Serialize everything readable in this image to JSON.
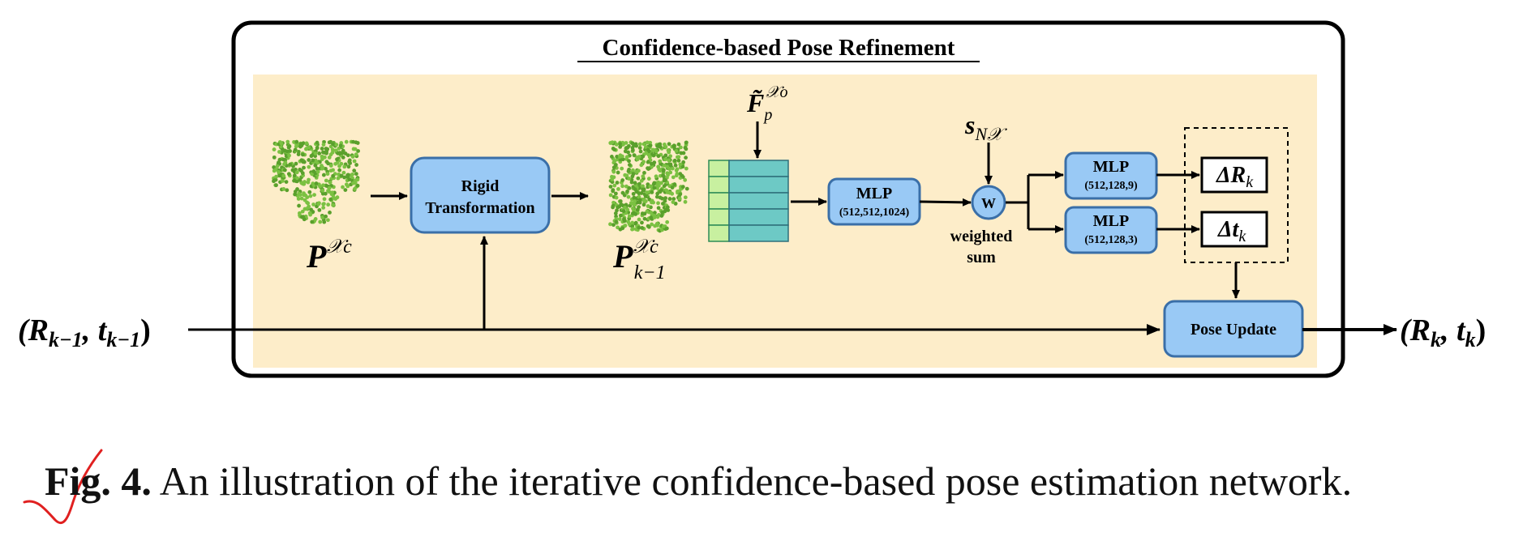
{
  "title": "Confidence-based Pose Refinement",
  "labels": {
    "rigid_line1": "Rigid",
    "rigid_line2": "Transformation",
    "mlp_main": "MLP",
    "mlp_main_dims": "(512,512,1024)",
    "mlp_rot": "MLP",
    "mlp_rot_dims": "(512,128,9)",
    "mlp_trans": "MLP",
    "mlp_trans_dims": "(512,128,3)",
    "weight_symbol": "W",
    "weighted_line1": "weighted",
    "weighted_line2": "sum",
    "pose_update": "Pose Update"
  },
  "math": {
    "p_source": "P",
    "p_source_sup": "𝒳c",
    "p_prev": "P",
    "p_prev_sup": "𝒳c",
    "p_prev_sub": "k−1",
    "feature": "F̃",
    "feature_sub": "p",
    "feature_sup": "𝒳o",
    "score": "s",
    "score_sub": "N𝒳",
    "delta_r": "ΔR",
    "delta_r_sub": "k",
    "delta_t": "Δt",
    "delta_t_sub": "k",
    "input_pose": "(R",
    "input_pose_sub1": "k−1",
    "input_pose_mid": ", t",
    "input_pose_sub2": "k−1",
    "input_pose_end": ")",
    "output_pose": "(R",
    "output_pose_sub1": "k",
    "output_pose_mid": ", t",
    "output_pose_sub2": "k",
    "output_pose_end": ")"
  },
  "caption": {
    "prefix": "Fig. 4.",
    "text": "An illustration of the iterative confidence-based pose estimation network."
  },
  "colors": {
    "panel_bg": "#fdedc9",
    "box_fill": "#99c9f5",
    "box_stroke": "#3a6fa8",
    "point_cloud": "#7bc142",
    "feature_cell": "#6dc9c5",
    "feature_left": "#c8f0a0",
    "annotation_red": "#e02020"
  }
}
